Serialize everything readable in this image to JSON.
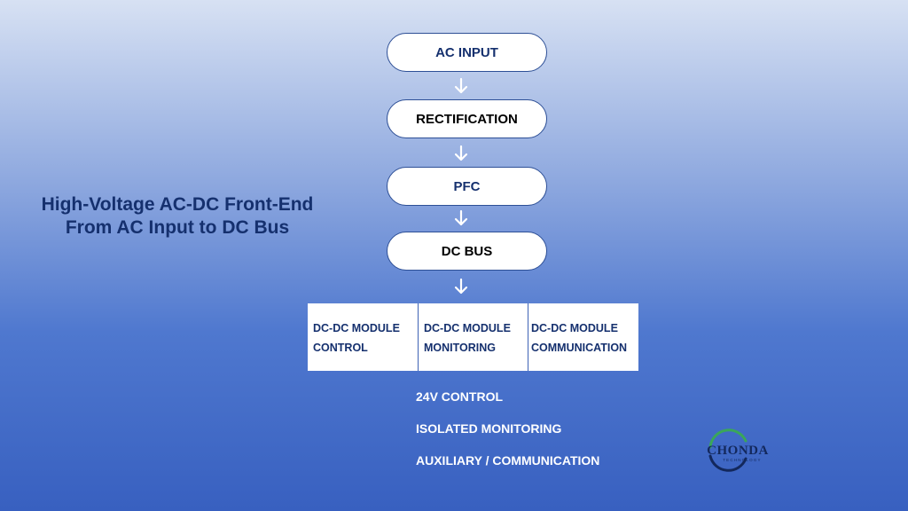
{
  "title": {
    "line1": "High-Voltage AC-DC Front-End",
    "line2": "From AC Input to DC Bus"
  },
  "steps": [
    {
      "label": "AC INPUT",
      "color": "#15306e"
    },
    {
      "label": "RECTIFICATION",
      "color": "#000000"
    },
    {
      "label": "PFC",
      "color": "#15306e"
    },
    {
      "label": "DC BUS",
      "color": "#000000"
    }
  ],
  "modules": [
    {
      "line1": "DC-DC MODULE",
      "line2": "CONTROL"
    },
    {
      "line1": "DC-DC MODULE",
      "line2": "MONITORING"
    },
    {
      "line1": "DC-DC MODULE",
      "line2": "COMMUNICATION"
    }
  ],
  "rails": [
    "24V CONTROL",
    "ISOLATED MONITORING",
    "AUXILIARY / COMMUNICATION"
  ],
  "logo": {
    "name": "CHONDA",
    "subtitle": "TECHNOLOGY",
    "icon": "chonda-logo-icon"
  },
  "colors": {
    "title": "#15306e",
    "accent_green": "#3aa65a",
    "logo_text": "#13285c"
  }
}
